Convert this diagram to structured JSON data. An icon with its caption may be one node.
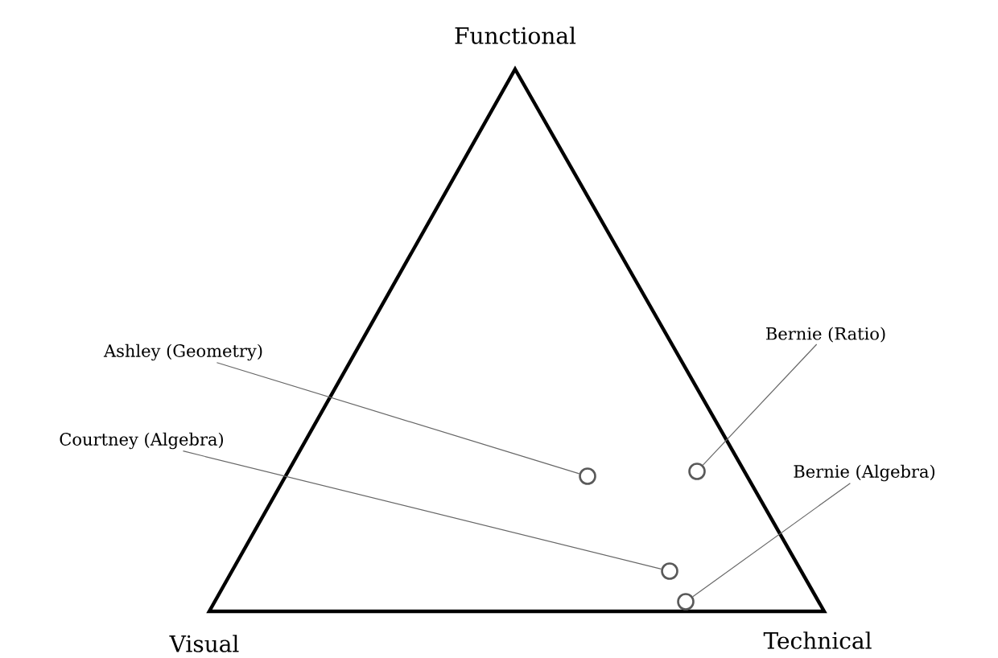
{
  "diagram": {
    "nodes": [
      {
        "text": [
          "Bernie (Ratio)"
        ]
      },
      {
        "text": [
          "Ashley (Geometry)"
        ]
      },
      {
        "text": [
          "Courtney (Algebra)"
        ]
      },
      {
        "text": [
          "Bernie (Algebra)"
        ]
      },
      {
        "text": [],
        "shape": "circle"
      },
      {
        "text": [],
        "shape": "circle"
      },
      {
        "text": [],
        "shape": "circle"
      },
      {
        "text": [],
        "shape": "circle"
      }
    ],
    "edges": [
      {
        "from": 0,
        "to": 7,
        "arrow": "none"
      },
      {
        "from": 1,
        "to": 4,
        "arrow": "none"
      },
      {
        "from": 2,
        "to": 5,
        "arrow": "none"
      },
      {
        "from": 3,
        "to": 6,
        "arrow": "none"
      }
    ],
    "labels": [
      "Functional",
      "Visual",
      "Technical"
    ]
  }
}
